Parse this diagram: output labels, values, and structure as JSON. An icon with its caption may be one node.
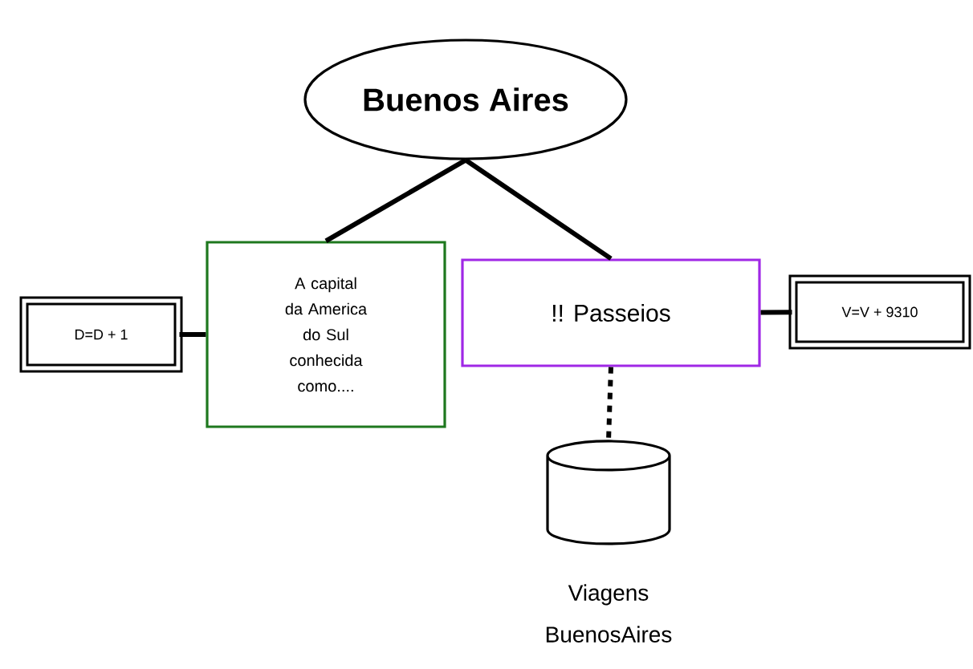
{
  "diagram": {
    "nodes": [
      {
        "text": [
          "Buenos Aires"
        ]
      },
      {
        "text": [
          "A capital da America do Sul conhecida como...."
        ]
      },
      {
        "text": [
          "!! Passeios"
        ]
      },
      {
        "text": [
          "D=D + 1"
        ]
      },
      {
        "text": [
          "V=V + 9310"
        ]
      },
      {
        "text": [
          "Viagens BuenosAires"
        ]
      }
    ],
    "edges": [
      {
        "from": 0,
        "to": 1,
        "arrow": "none"
      },
      {
        "from": 0,
        "to": 2,
        "arrow": "none"
      },
      {
        "from": 3,
        "to": 1,
        "arrow": "none"
      },
      {
        "from": 2,
        "to": 4,
        "arrow": "none"
      },
      {
        "from": 2,
        "to": 5,
        "arrow": "none",
        "style": "dashed"
      }
    ]
  }
}
